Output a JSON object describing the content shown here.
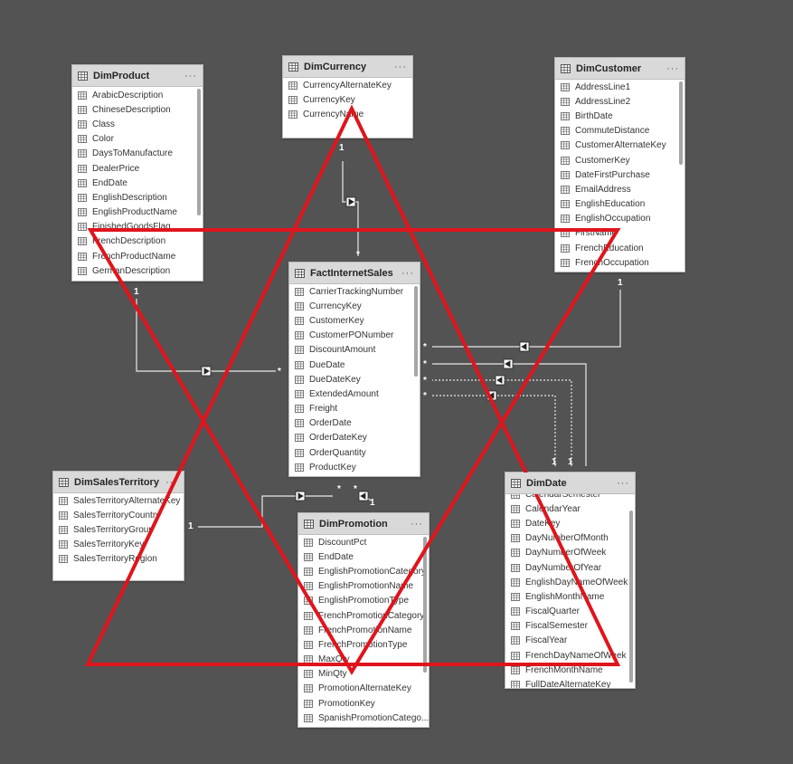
{
  "tables": {
    "dim_product": {
      "title": "DimProduct",
      "more": "···",
      "fields": [
        "ArabicDescription",
        "ChineseDescription",
        "Class",
        "Color",
        "DaysToManufacture",
        "DealerPrice",
        "EndDate",
        "EnglishDescription",
        "EnglishProductName",
        "FinishedGoodsFlag",
        "FrenchDescription",
        "FrenchProductName",
        "GermanDescription"
      ]
    },
    "dim_currency": {
      "title": "DimCurrency",
      "more": "···",
      "fields": [
        "CurrencyAlternateKey",
        "CurrencyKey",
        "CurrencyName"
      ]
    },
    "dim_customer": {
      "title": "DimCustomer",
      "more": "···",
      "fields": [
        "AddressLine1",
        "AddressLine2",
        "BirthDate",
        "CommuteDistance",
        "CustomerAlternateKey",
        "CustomerKey",
        "DateFirstPurchase",
        "EmailAddress",
        "EnglishEducation",
        "EnglishOccupation",
        "FirstName",
        "FrenchEducation",
        "FrenchOccupation"
      ]
    },
    "fact_internet_sales": {
      "title": "FactInternetSales",
      "more": "···",
      "fields": [
        "CarrierTrackingNumber",
        "CurrencyKey",
        "CustomerKey",
        "CustomerPONumber",
        "DiscountAmount",
        "DueDate",
        "DueDateKey",
        "ExtendedAmount",
        "Freight",
        "OrderDate",
        "OrderDateKey",
        "OrderQuantity",
        "ProductKey"
      ]
    },
    "dim_sales_territory": {
      "title": "DimSalesTerritory",
      "more": "···",
      "fields": [
        "SalesTerritoryAlternateKey",
        "SalesTerritoryCountry",
        "SalesTerritoryGroup",
        "SalesTerritoryKey",
        "SalesTerritoryRegion"
      ]
    },
    "dim_promotion": {
      "title": "DimPromotion",
      "more": "···",
      "fields": [
        "DiscountPct",
        "EndDate",
        "EnglishPromotionCategory",
        "EnglishPromotionName",
        "EnglishPromotionType",
        "FrenchPromotionCategory",
        "FrenchPromotionName",
        "FrenchPromotionType",
        "MaxQty",
        "MinQty",
        "PromotionAlternateKey",
        "PromotionKey",
        "SpanishPromotionCatego..."
      ]
    },
    "dim_date": {
      "title": "DimDate",
      "more": "···",
      "fields": [
        "CalendarSemester",
        "CalendarYear",
        "DateKey",
        "DayNumberOfMonth",
        "DayNumberOfWeek",
        "DayNumberOfYear",
        "EnglishDayNameOfWeek",
        "EnglishMonthName",
        "FiscalQuarter",
        "FiscalSemester",
        "FiscalYear",
        "FrenchDayNameOfWeek",
        "FrenchMonthName",
        "FullDateAlternateKey"
      ]
    }
  },
  "cardinality": {
    "one": "1",
    "many": "*"
  },
  "colors": {
    "canvas": "#535353",
    "star": "#e0141c",
    "line": "#e8e8e8"
  }
}
